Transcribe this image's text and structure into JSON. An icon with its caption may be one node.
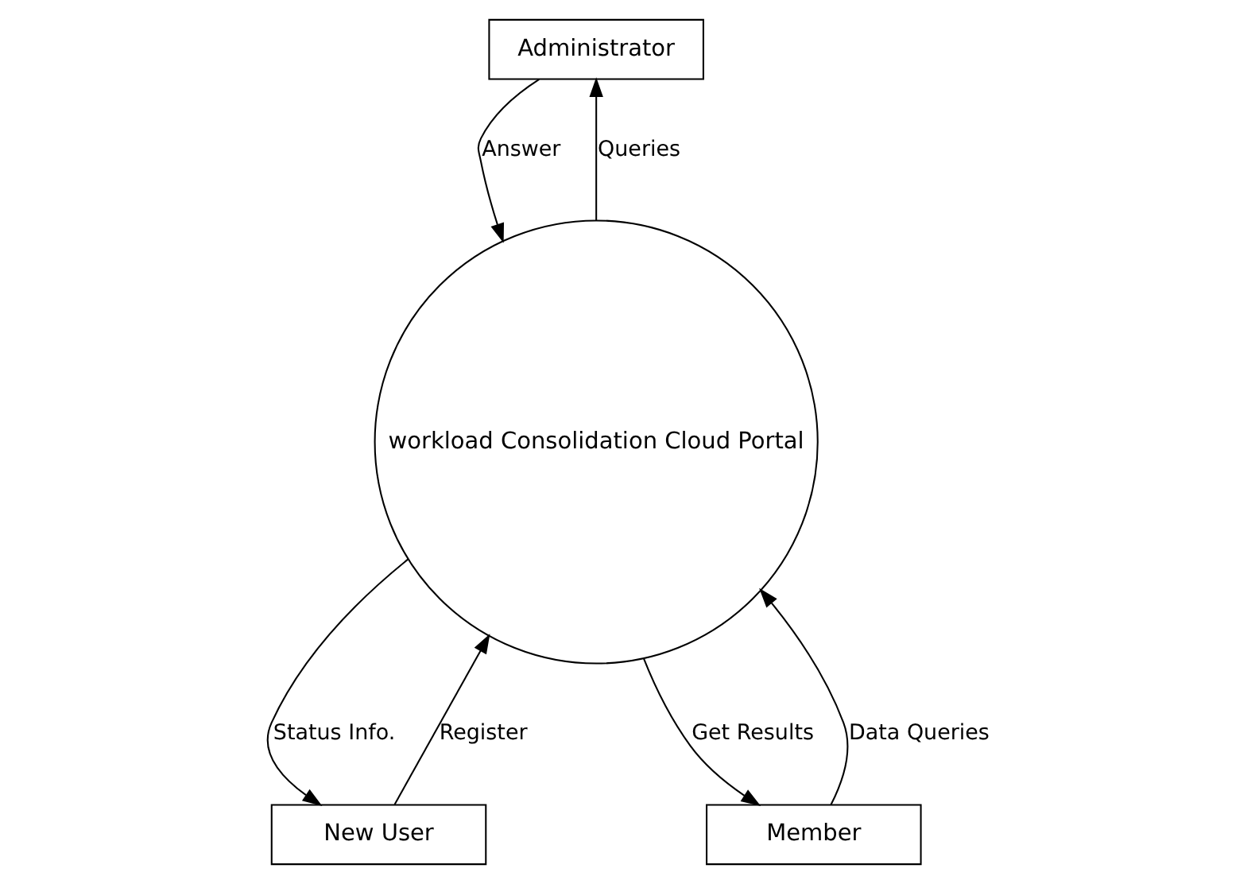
{
  "diagram": {
    "nodes": [
      {
        "text": [
          "Administrator"
        ]
      },
      {
        "text": [
          "workload Consolidation Cloud Portal"
        ]
      },
      {
        "text": [
          "New User"
        ]
      },
      {
        "text": [
          "Member"
        ]
      }
    ],
    "edges": [
      {
        "from": 1,
        "to": 0,
        "arrow": "to",
        "label": "Queries"
      },
      {
        "from": 0,
        "to": 1,
        "arrow": "to",
        "label": "Answer"
      },
      {
        "from": 2,
        "to": 1,
        "arrow": "to",
        "label": "Register"
      },
      {
        "from": 1,
        "to": 2,
        "arrow": "to",
        "label": "Status Info."
      },
      {
        "from": 1,
        "to": 3,
        "arrow": "to",
        "label": "Get Results"
      },
      {
        "from": 3,
        "to": 1,
        "arrow": "to",
        "label": "Data Queries"
      }
    ]
  }
}
